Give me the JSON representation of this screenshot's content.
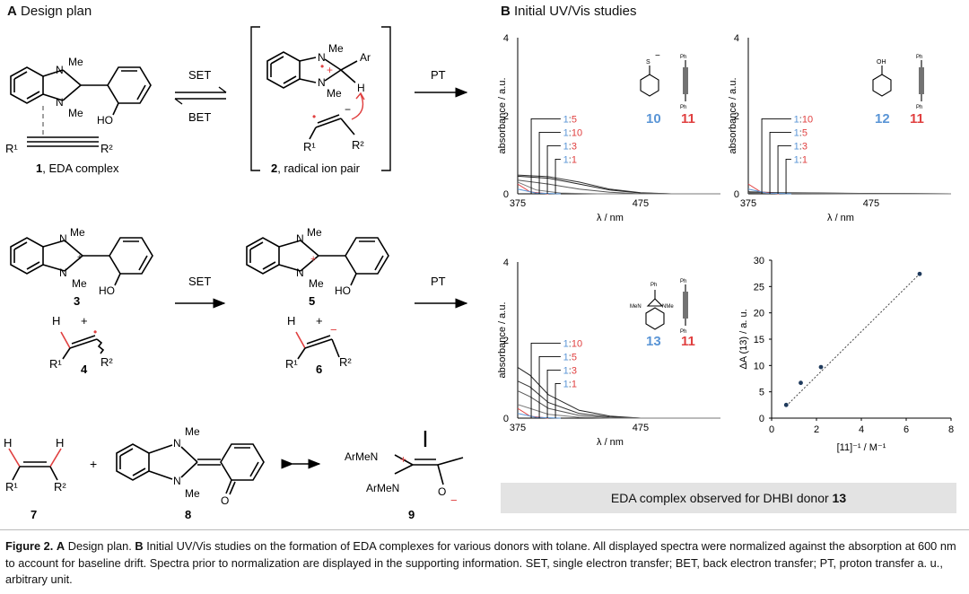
{
  "panelA": {
    "heading_letter": "A",
    "heading_text": "Design plan",
    "arrows": {
      "set1": "SET",
      "bet": "BET",
      "pt1": "PT",
      "set2": "SET",
      "pt2": "PT"
    },
    "compounds": {
      "c1_num": "1",
      "c1_label": ", EDA complex",
      "c2_num": "2",
      "c2_label": ", radical ion pair",
      "c3": "3",
      "c4": "4",
      "c5": "5",
      "c6": "6",
      "c7": "7",
      "c8": "8",
      "c9": "9"
    },
    "atoms": {
      "me": "Me",
      "n": "N",
      "ar": "Ar",
      "h": "H",
      "ho": "HO",
      "o": "O",
      "r1": "R¹",
      "r2": "R²",
      "arMeN": "ArMeN",
      "plus": "+",
      "minus": "−",
      "bullet": "•"
    }
  },
  "panelB": {
    "heading_letter": "B",
    "heading_text": "Initial UV/Vis studies",
    "banner_prefix": "EDA complex observed for DHBI donor ",
    "banner_bold": "13"
  },
  "chart_data": [
    {
      "type": "line",
      "panel": "top-left",
      "ylabel": "absorbance / a.u.",
      "xlabel": "λ / nm",
      "xticks": [
        "375",
        "475"
      ],
      "yticks": [
        "0",
        "2",
        "4"
      ],
      "ylim": [
        0,
        4
      ],
      "legend": [
        "1:5",
        "1:10",
        "1:3",
        "1:1"
      ],
      "legend_donor": "1",
      "legend_ratios": [
        "5",
        "10",
        "3",
        "1"
      ],
      "donor": "10",
      "acceptor": "11",
      "series": [
        {
          "name": "1:5",
          "x": [
            375,
            400,
            425,
            450,
            475,
            500,
            540
          ],
          "y": [
            0.45,
            0.4,
            0.25,
            0.1,
            0.02,
            0.0,
            0.0
          ]
        },
        {
          "name": "1:10",
          "x": [
            375,
            400,
            425,
            450,
            475,
            500,
            540
          ],
          "y": [
            0.48,
            0.44,
            0.3,
            0.12,
            0.03,
            0.0,
            0.0
          ]
        },
        {
          "name": "1:3",
          "x": [
            375,
            400,
            425,
            450,
            475,
            500,
            540
          ],
          "y": [
            0.35,
            0.25,
            0.12,
            0.04,
            0.0,
            0.0,
            0.0
          ]
        },
        {
          "name": "1:1",
          "x": [
            375,
            390,
            410,
            440,
            475,
            540
          ],
          "y": [
            0.3,
            0.1,
            0.02,
            0.0,
            0.0,
            0.0
          ]
        }
      ]
    },
    {
      "type": "line",
      "panel": "top-right",
      "ylabel": "absorbance / a.u.",
      "xlabel": "λ / nm",
      "xticks": [
        "375",
        "475"
      ],
      "yticks": [
        "0",
        "2",
        "4"
      ],
      "ylim": [
        0,
        4
      ],
      "legend": [
        "1:10",
        "1:5",
        "1:3",
        "1:1"
      ],
      "legend_donor": "1",
      "legend_ratios": [
        "10",
        "5",
        "3",
        "1"
      ],
      "donor": "12",
      "acceptor": "11",
      "series": [
        {
          "name": "1:10",
          "x": [
            375,
            400,
            475,
            540
          ],
          "y": [
            0.05,
            0.03,
            0.01,
            0.0
          ]
        },
        {
          "name": "1:5",
          "x": [
            375,
            400,
            475,
            540
          ],
          "y": [
            0.04,
            0.02,
            0.01,
            0.0
          ]
        },
        {
          "name": "1:3",
          "x": [
            375,
            400,
            475,
            540
          ],
          "y": [
            0.03,
            0.02,
            0.0,
            0.0
          ]
        },
        {
          "name": "1:1",
          "x": [
            375,
            400,
            475,
            540
          ],
          "y": [
            0.02,
            0.01,
            0.0,
            0.0
          ]
        }
      ]
    },
    {
      "type": "line",
      "panel": "bottom-left",
      "ylabel": "absorbance / a.u.",
      "xlabel": "λ / nm",
      "xticks": [
        "375",
        "475"
      ],
      "yticks": [
        "0",
        "2",
        "4"
      ],
      "ylim": [
        0,
        4
      ],
      "legend": [
        "1:10",
        "1:5",
        "1:3",
        "1:1"
      ],
      "legend_donor": "1",
      "legend_ratios": [
        "10",
        "5",
        "3",
        "1"
      ],
      "donor": "13",
      "acceptor": "11",
      "series": [
        {
          "name": "1:10",
          "x": [
            375,
            385,
            400,
            425,
            450,
            475,
            540
          ],
          "y": [
            1.3,
            1.1,
            0.6,
            0.2,
            0.05,
            0.0,
            0.0
          ]
        },
        {
          "name": "1:5",
          "x": [
            375,
            385,
            400,
            425,
            450,
            475,
            540
          ],
          "y": [
            0.95,
            0.8,
            0.4,
            0.12,
            0.03,
            0.0,
            0.0
          ]
        },
        {
          "name": "1:3",
          "x": [
            375,
            385,
            400,
            425,
            450,
            475,
            540
          ],
          "y": [
            0.7,
            0.55,
            0.25,
            0.07,
            0.01,
            0.0,
            0.0
          ]
        },
        {
          "name": "1:1",
          "x": [
            375,
            385,
            400,
            425,
            450,
            475,
            540
          ],
          "y": [
            0.35,
            0.25,
            0.1,
            0.02,
            0.0,
            0.0,
            0.0
          ]
        }
      ]
    },
    {
      "type": "scatter",
      "panel": "bottom-right",
      "ylabel": "ΔA (13) / a. u.",
      "xlabel": "[11]⁻¹ / M⁻¹",
      "xlim": [
        0,
        8
      ],
      "ylim": [
        0,
        30
      ],
      "xticks": [
        "0",
        "2",
        "4",
        "6",
        "8"
      ],
      "yticks": [
        "0",
        "5",
        "10",
        "15",
        "20",
        "25",
        "30"
      ],
      "points": {
        "x": [
          0.65,
          1.3,
          2.2,
          6.6
        ],
        "y": [
          2.5,
          6.7,
          9.7,
          27.4
        ]
      },
      "fit": {
        "x": [
          0.65,
          6.6
        ],
        "y": [
          2.3,
          27.4
        ]
      }
    }
  ],
  "caption": {
    "figure_label": "Figure 2.",
    "a_letter": "A",
    "a_text": " Design plan. ",
    "b_letter": "B",
    "b_text": " Initial UV/Vis studies on the formation of EDA complexes for various donors with tolane. All displayed spectra were normalized against the absorption at 600 nm to account for baseline drift. Spectra prior to normalization are displayed in the supporting information. SET, single electron transfer; BET, back electron transfer; PT, proton transfer a. u., arbitrary unit."
  }
}
